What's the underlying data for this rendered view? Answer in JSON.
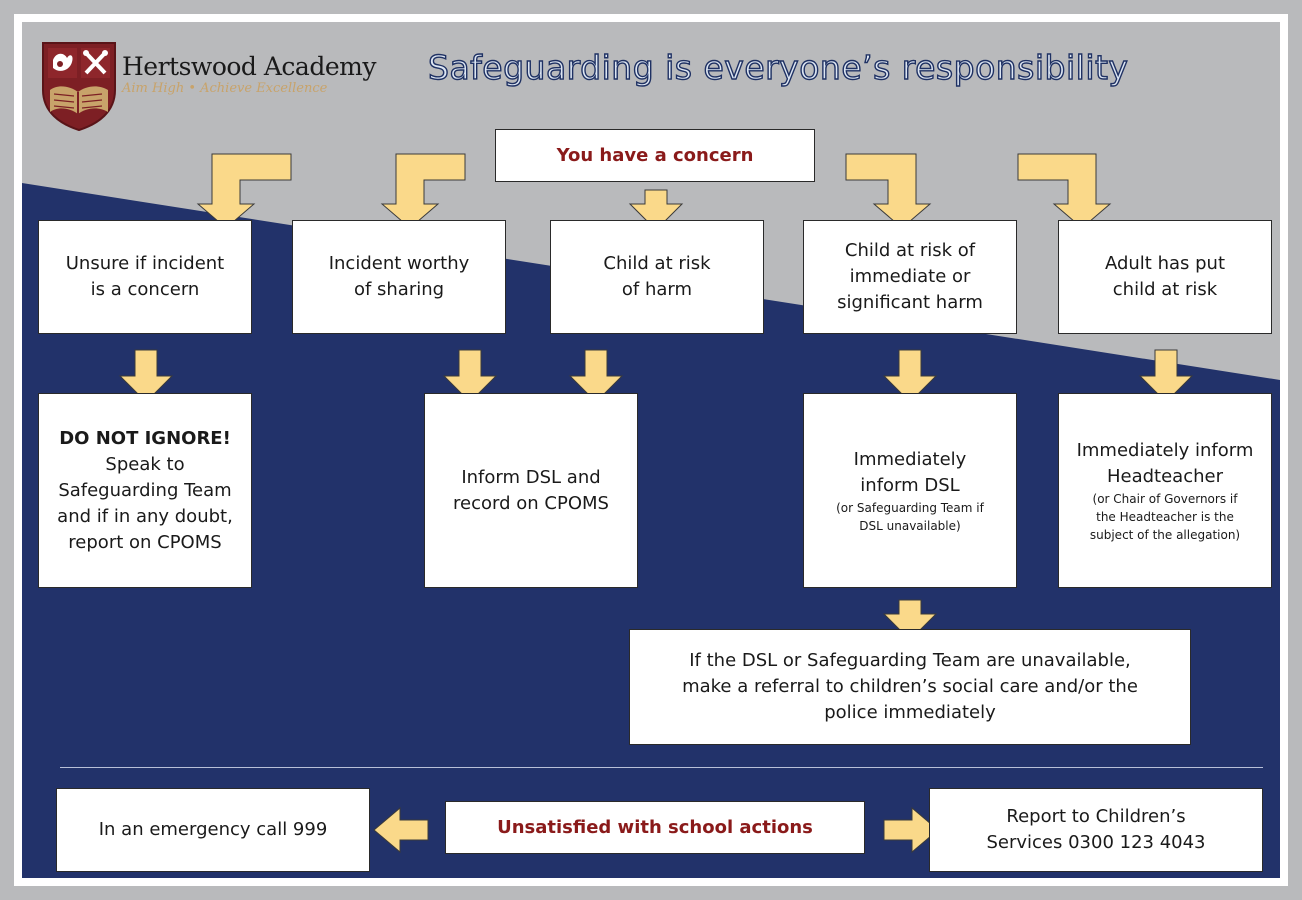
{
  "header": {
    "school_name": "Hertswood Academy",
    "school_motto": "Aim High • Achieve Excellence",
    "title": "Safeguarding is everyone’s responsibility"
  },
  "colors": {
    "navy": "#22326a",
    "grey": "#b9babc",
    "arrow": "#fad98a",
    "heading_red": "#8a1a1a",
    "crest_maroon": "#7d1f24",
    "crest_gold": "#c8a36a"
  },
  "flow": {
    "start": "You have a concern",
    "categories": {
      "unsure": [
        "Unsure if incident",
        "is a concern"
      ],
      "worthy": [
        "Incident worthy",
        "of sharing"
      ],
      "risk": [
        "Child at risk",
        "of harm"
      ],
      "immediate": [
        "Child at risk of",
        "immediate or",
        "significant harm"
      ],
      "adult": [
        "Adult has put",
        "child at risk"
      ]
    },
    "actions": {
      "ignore": {
        "heading": "DO NOT IGNORE!",
        "lines": [
          "Speak to",
          "Safeguarding Team",
          "and if in any doubt,",
          "report on CPOMS"
        ]
      },
      "inform": [
        "Inform DSL and",
        "record on CPOMS"
      ],
      "immediate_dsl": {
        "lines": [
          "Immediately",
          "inform DSL"
        ],
        "note": [
          "(or Safeguarding Team if",
          "DSL unavailable)"
        ]
      },
      "headteacher": {
        "lines": [
          "Immediately inform",
          "Headteacher"
        ],
        "note": [
          "(or Chair of Governors if",
          "the Headteacher is the",
          "subject of the allegation)"
        ]
      }
    },
    "referral": [
      "If the DSL or Safeguarding Team are unavailable,",
      "make a referral to children’s social care and/or the",
      "police immediately"
    ]
  },
  "footer": {
    "emergency": "In an emergency call 999",
    "unsatisfied": "Unsatisfied with school actions",
    "report": [
      "Report to Children’s",
      "Services 0300 123 4043"
    ]
  }
}
